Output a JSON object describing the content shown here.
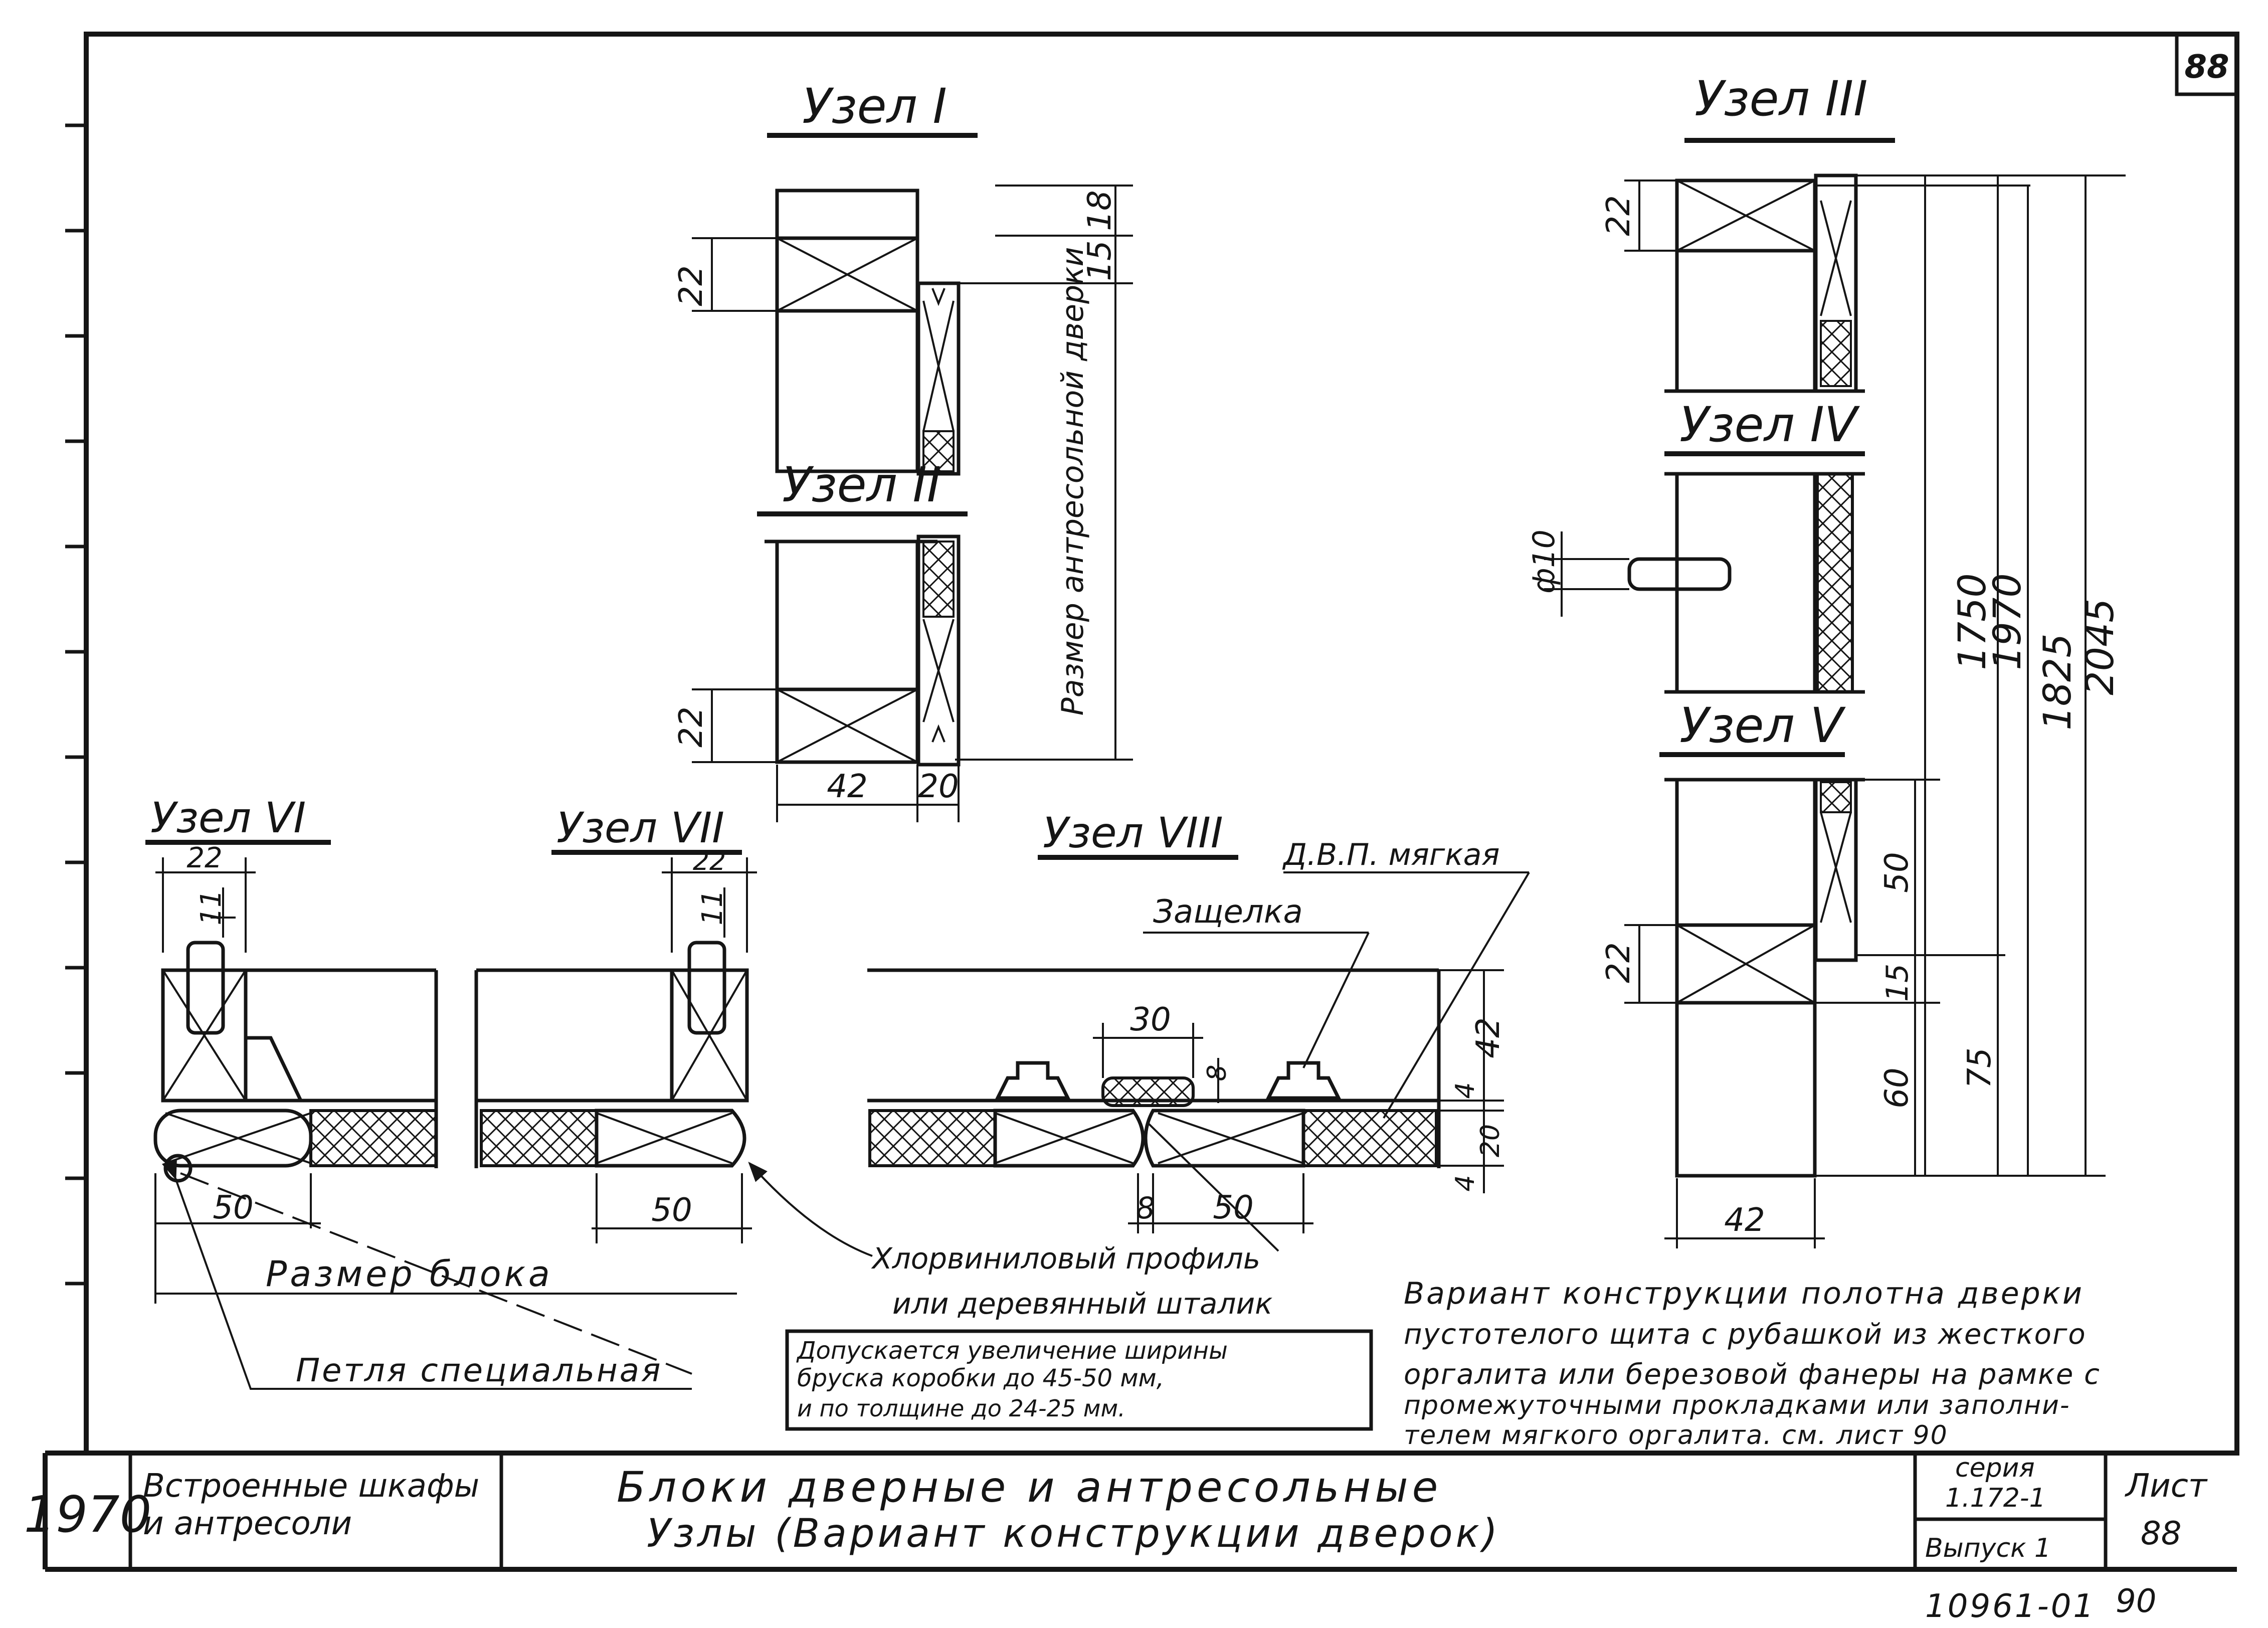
{
  "sheet_number_corner": "88",
  "nodes": {
    "n1": "Узел I",
    "n2": "Узел II",
    "n3": "Узел III",
    "n4": "Узел IV",
    "n5": "Узел V",
    "n6": "Узел VI",
    "n7": "Узел VII",
    "n8": "Узел VIII"
  },
  "dims": {
    "d18": "18",
    "d15": "15",
    "d22a": "22",
    "d22b": "22",
    "d42a": "42",
    "d20a": "20",
    "d22c": "22",
    "d10": "ф10",
    "d1750": "1750",
    "d1970": "1970",
    "d1825": "1825",
    "d2045": "2045",
    "d50a": "50",
    "d22d": "22",
    "d15b": "15",
    "d60": "60",
    "d75": "75",
    "d42b": "42",
    "d22e": "22",
    "d11a": "11",
    "d50b": "50",
    "d22f": "22",
    "d11b": "11",
    "d50c": "50",
    "d30": "30",
    "d8a": "8",
    "d42c": "42",
    "d4a": "4",
    "d20b": "20",
    "d4b": "4",
    "d8b": "8",
    "d50d": "50"
  },
  "labels": {
    "door_size": "Размер антресольной дверки",
    "block_size": "Размер блока",
    "hinge": "Петля специальная",
    "profile_line1": "Хлорвиниловый профиль",
    "profile_line2": "или деревянный шталик",
    "latch": "Защелка",
    "dvp": "Д.В.П. мягкая"
  },
  "notes": {
    "box_line1": "Допускается увеличение ширины",
    "box_line2": "бруска коробки до 45-50 мм,",
    "box_line3": "и по толщине до 24-25 мм.",
    "variant_line1": "Вариант конструкции полотна дверки",
    "variant_line2": "пустотелого щита с рубашкой из жесткого",
    "variant_line3": "оргалита или березовой фанеры на рамке с",
    "variant_line4": "промежуточными прокладками или заполни-",
    "variant_line5": "телем мягкого оргалита. см. лист 90"
  },
  "title_block": {
    "year": "1970",
    "section_line1": "Встроенные шкафы",
    "section_line2": "и антресоли",
    "title_line1": "Блоки дверные и антресольные",
    "title_line2": "Узлы (Вариант конструкции дверок)",
    "series_label": "серия",
    "series_value": "1.172-1",
    "issue": "Выпуск 1",
    "sheet_label": "Лист",
    "sheet_value": "88"
  },
  "footer_code": "10961-01",
  "footer_page": "90"
}
